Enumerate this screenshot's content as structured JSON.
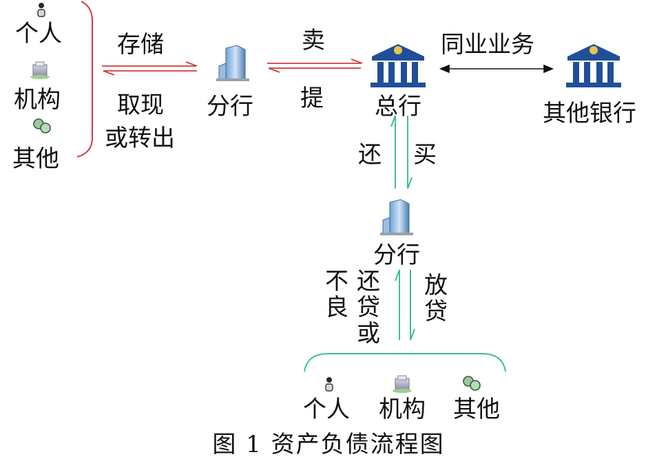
{
  "nodes": {
    "top_person": "个人",
    "top_institution": "机构",
    "top_other": "其他",
    "branch_top": "分行",
    "head_office": "总行",
    "other_banks": "其他银行",
    "branch_bottom": "分行",
    "bottom_person": "个人",
    "bottom_institution": "机构",
    "bottom_other": "其他"
  },
  "edges": {
    "deposit": "存储",
    "withdraw_line1": "取现",
    "withdraw_line2": "或转出",
    "sell": "卖",
    "draw": "提",
    "interbank": "同业业务",
    "repay_up": "还",
    "buy": "买",
    "lend_line1": "放",
    "lend_line2": "贷",
    "repay_loan_line1": "还",
    "repay_loan_line2": "贷",
    "repay_loan_line3": "或",
    "bad_line1": "不",
    "bad_line2": "良"
  },
  "caption": "图 1   资产负债流程图",
  "colors": {
    "red_flow": "#d43a3a",
    "green_flow": "#3fbf8a",
    "bank_blue": "#1f4f9a",
    "text": "#111111"
  },
  "icons": [
    "person-icon",
    "institution-icon",
    "other-icon",
    "branch-building-icon",
    "bank-icon"
  ]
}
